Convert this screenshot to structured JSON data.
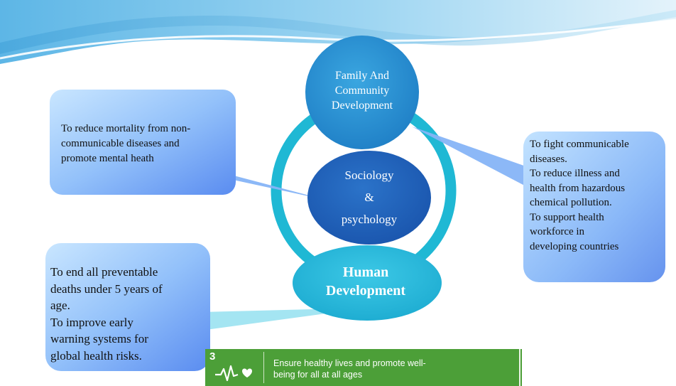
{
  "diagram": {
    "circles": {
      "top": {
        "label_lines": [
          "Family And",
          "Community",
          "Development"
        ]
      },
      "center": {
        "label_lines": [
          "Sociology",
          "&",
          "psychology"
        ]
      },
      "bottom": {
        "label_lines": [
          "Human",
          "Development"
        ]
      }
    },
    "callouts": {
      "top_left": {
        "lines": [
          "To reduce mortality  from non-",
          "communicable  diseases and",
          "promote mental heath"
        ]
      },
      "right": {
        "lines": [
          "To fight  communicable",
          "diseases.",
          "To reduce illness  and",
          "health  from hazardous",
          "chemical pollution.",
          "To support health",
          "workforce in",
          "developing  countries"
        ]
      },
      "bottom_left": {
        "lines": [
          "To end all preventable",
          "deaths  under  5 years  of",
          "age.",
          "To improve early",
          "warning  systems  for",
          "global health risks."
        ]
      }
    },
    "sdg_banner": {
      "number": "3",
      "icon": "heartbeat-heart-icon",
      "text_lines": [
        "Ensure healthy lives and promote well-",
        "being for all at all ages"
      ]
    }
  },
  "colors": {
    "banner_green": "#4c9f38",
    "ring_cyan": "#1fb8d4",
    "top_circle": "#1f8ed0",
    "center_circle": "#1a5fb8",
    "bottom_circle": "#22b5d8",
    "callout_light": "#b7dcff",
    "callout_dark": "#5b8ff0"
  }
}
